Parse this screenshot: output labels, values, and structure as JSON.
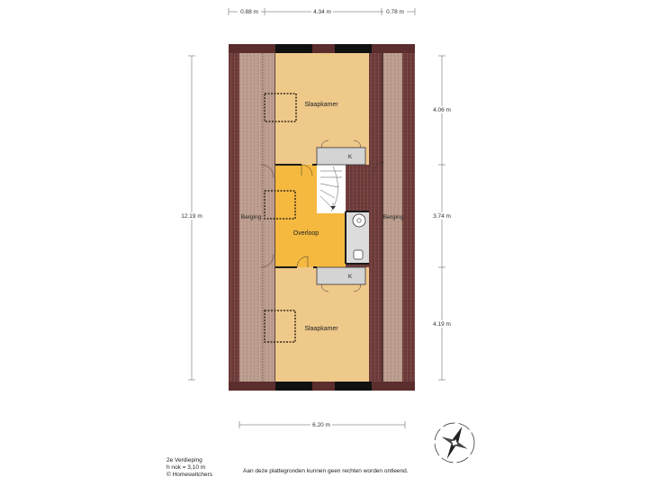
{
  "dimensions": {
    "top_left": "0.88 m",
    "top_mid": "4.34 m",
    "top_right": "0.78 m",
    "left_total": "12.19 m",
    "right_top": "4.06 m",
    "right_mid": "3.74 m",
    "right_bottom": "4.19 m",
    "bottom": "6.20 m"
  },
  "rooms": {
    "bedroom_top": "Slaapkamer",
    "bedroom_bottom": "Slaapkamer",
    "landing": "Overloop",
    "storage_left": "Berging",
    "storage_right": "Berging",
    "closet_top": "K",
    "closet_bottom": "K"
  },
  "footer": {
    "floor": "2e Verdieping",
    "ridge_height": "h nok = 3,10 m",
    "copyright": "© Homeswitchers",
    "disclaimer": "Aan deze plattegronden kunnen geen rechten worden ontleend."
  },
  "colors": {
    "roof": "#6e3b3b",
    "bedroom": "#efc98a",
    "landing": "#f5b940",
    "storage": "#c8b0a0",
    "closet": "#d4d4d4"
  }
}
